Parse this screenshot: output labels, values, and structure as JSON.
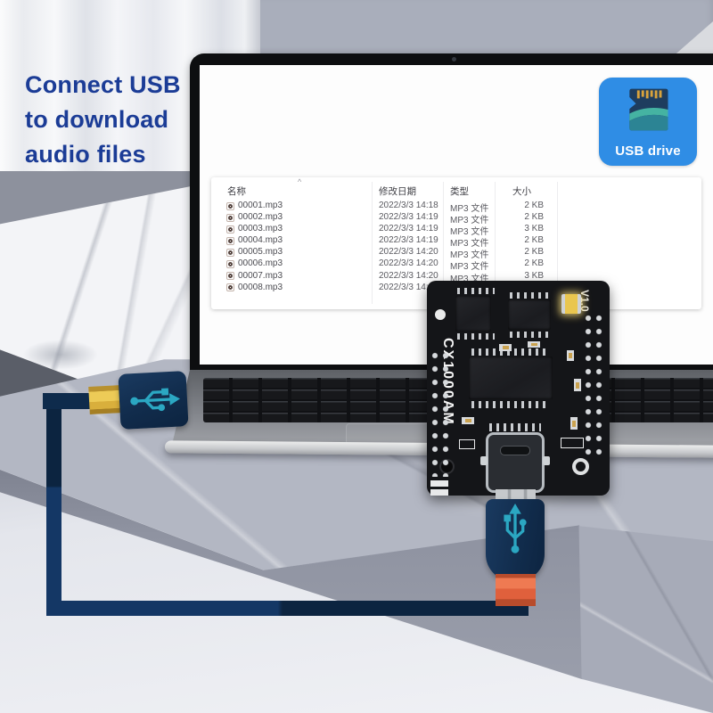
{
  "headline": {
    "lines": [
      "Connect USB",
      "to download",
      "audio files"
    ]
  },
  "badge": {
    "label": "USB drive",
    "icon": "sd-card-icon",
    "bg_color": "#2f8de5"
  },
  "explorer": {
    "sort_indicator": "^",
    "columns": [
      {
        "label": "名称"
      },
      {
        "label": "修改日期"
      },
      {
        "label": "类型"
      },
      {
        "label": "大小"
      }
    ],
    "rows": [
      {
        "icon": "media-file-icon",
        "name": "00001.mp3",
        "modified": "2022/3/3 14:18",
        "type": "MP3 文件",
        "size": "2 KB"
      },
      {
        "icon": "media-file-icon",
        "name": "00002.mp3",
        "modified": "2022/3/3 14:19",
        "type": "MP3 文件",
        "size": "2 KB"
      },
      {
        "icon": "media-file-icon",
        "name": "00003.mp3",
        "modified": "2022/3/3 14:19",
        "type": "MP3 文件",
        "size": "3 KB"
      },
      {
        "icon": "media-file-icon",
        "name": "00004.mp3",
        "modified": "2022/3/3 14:19",
        "type": "MP3 文件",
        "size": "2 KB"
      },
      {
        "icon": "media-file-icon",
        "name": "00005.mp3",
        "modified": "2022/3/3 14:20",
        "type": "MP3 文件",
        "size": "2 KB"
      },
      {
        "icon": "media-file-icon",
        "name": "00006.mp3",
        "modified": "2022/3/3 14:20",
        "type": "MP3 文件",
        "size": "2 KB"
      },
      {
        "icon": "media-file-icon",
        "name": "00007.mp3",
        "modified": "2022/3/3 14:20",
        "type": "MP3 文件",
        "size": "3 KB"
      },
      {
        "icon": "media-file-icon",
        "name": "00008.mp3",
        "modified": "2022/3/3 14:20",
        "type": "",
        "size": ""
      }
    ]
  },
  "pcb": {
    "model": "CX1000AM",
    "version": "V1.0"
  },
  "icons": {
    "usb_plug": "usb-trident-icon"
  },
  "colors": {
    "headline": "#1b3c96",
    "badge_bg": "#2f8de5",
    "cable": "#0e2b4c",
    "plug_navy": "#112c4c",
    "trident": "#2ba7c2",
    "connector_yellow": "#e7c24d",
    "connector_orange": "#e0603c",
    "wall": "#a9aebb",
    "block": "#b3b7c3"
  }
}
